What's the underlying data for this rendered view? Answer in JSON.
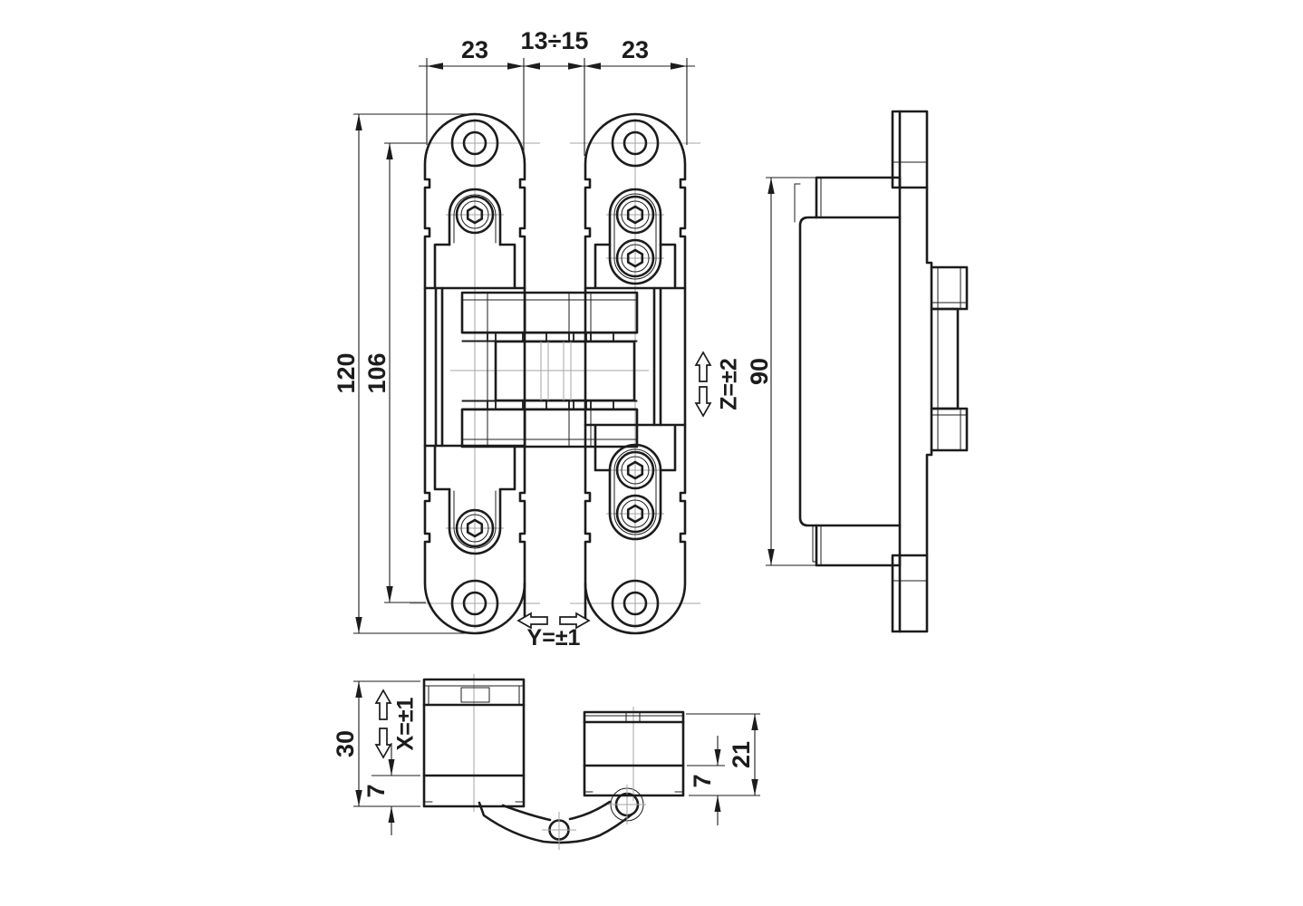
{
  "drawing": {
    "type": "technical-drawing",
    "subject": "concealed-invisible-door-hinge",
    "front_view": {
      "dim_plate_width_left": "23",
      "dim_center_gap": "13÷15",
      "dim_plate_width_right": "23",
      "dim_total_height": "120",
      "dim_hole_spacing": "106",
      "adjustment_vertical": "Z=±2",
      "adjustment_lateral": "Y=±1"
    },
    "side_view": {
      "dim_body_height": "90"
    },
    "bottom_view_left": {
      "dim_depth": "30",
      "dim_lip": "7",
      "adjustment_depth": "X=±1"
    },
    "bottom_view_right": {
      "dim_lip": "7",
      "dim_depth": "21"
    }
  },
  "colors": {
    "line": "#1c1c1c",
    "centerline": "#a6a6a6",
    "background": "#ffffff"
  }
}
